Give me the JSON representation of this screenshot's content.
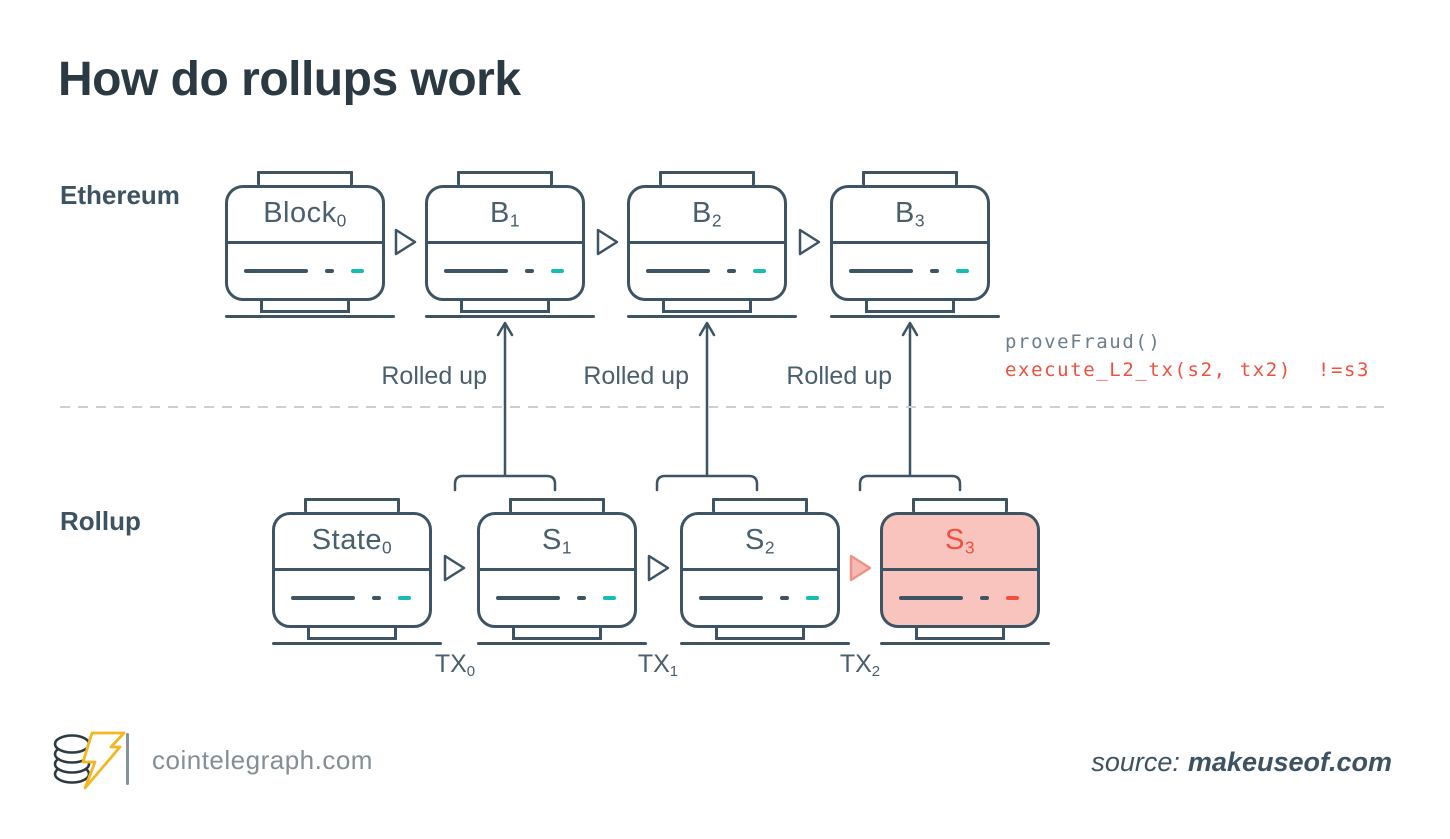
{
  "title": "How do rollups work",
  "colors": {
    "stroke_slate": "#3e5463",
    "text_slate": "#4a5f6d",
    "heading_slate": "#3d5361",
    "title_dark": "#2b3942",
    "teal_accent": "#16bdb2",
    "alert_red": "#f0503e",
    "alert_fill": "#f9c4be",
    "code_gray": "#6d7d89",
    "dashed_divider_gray": "#cbd0d4",
    "footer_gray": "#848e95",
    "logo_yellow": "#f2b721"
  },
  "ethereum": {
    "label": "Ethereum",
    "blocks": [
      {
        "base": "Block",
        "sub": "0"
      },
      {
        "base": "B",
        "sub": "1"
      },
      {
        "base": "B",
        "sub": "2"
      },
      {
        "base": "B",
        "sub": "3"
      }
    ]
  },
  "rollup": {
    "label": "Rollup",
    "blocks": [
      {
        "base": "State",
        "sub": "0"
      },
      {
        "base": "S",
        "sub": "1"
      },
      {
        "base": "S",
        "sub": "2"
      },
      {
        "base": "S",
        "sub": "3",
        "highlighted": true
      }
    ]
  },
  "rolled_up_labels": [
    "Rolled up",
    "Rolled up",
    "Rolled up"
  ],
  "tx_labels": [
    {
      "base": "TX",
      "sub": "0"
    },
    {
      "base": "TX",
      "sub": "1"
    },
    {
      "base": "TX",
      "sub": "2"
    }
  ],
  "code": {
    "line1": "proveFraud()",
    "line2": "execute_L2_tx(s2, tx2)  !=s3"
  },
  "footer": {
    "site": "cointelegraph.com",
    "source_label": "source:",
    "source_value": "makeuseof.com"
  }
}
